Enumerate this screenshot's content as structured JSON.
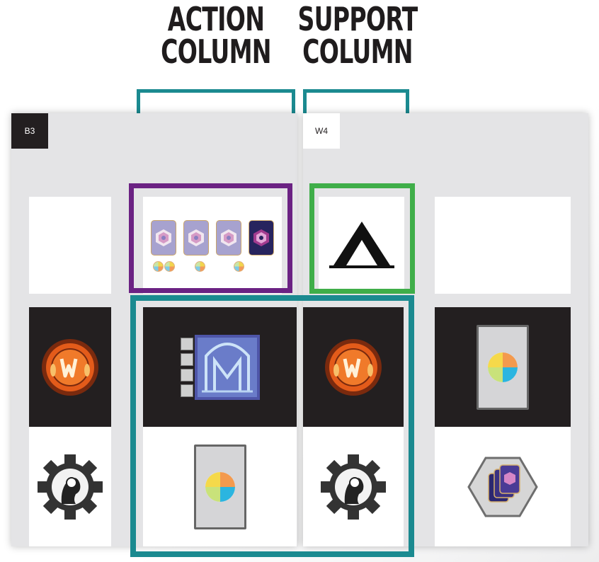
{
  "titles": {
    "action": [
      "ACTION",
      "COLUMN"
    ],
    "support": [
      "SUPPORT",
      "COLUMN"
    ]
  },
  "boards": [
    {
      "id": "B3",
      "tag": "B3"
    },
    {
      "id": "W4",
      "tag": "W4"
    }
  ],
  "colors": {
    "teal": "#1b8a90",
    "purple": "#6b2283",
    "green": "#3fae49",
    "dark": "#231f20",
    "panel": "#e4e4e6"
  },
  "icons": {
    "wheat_coin": "wheat-coin-icon",
    "gear": "gear-robot-icon",
    "tent": "tent-icon",
    "card": "color-wheel-card-icon",
    "deck": "card-deck-hexagon-icon",
    "building": "building-tile-icon"
  }
}
